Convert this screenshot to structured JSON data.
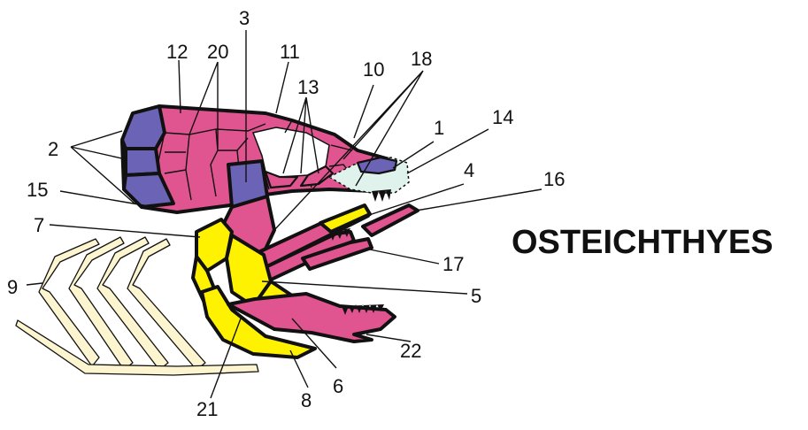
{
  "title": "OSTEICHTHYES",
  "labels": {
    "l1": "1",
    "l2": "2",
    "l3": "3",
    "l4": "4",
    "l5": "5",
    "l6": "6",
    "l7": "7",
    "l8": "8",
    "l9": "9",
    "l10": "10",
    "l11": "11",
    "l12": "12",
    "l13": "13",
    "l14": "14",
    "l15": "15",
    "l16": "16",
    "l17": "17",
    "l18": "18",
    "l20": "20",
    "l21": "21",
    "l22": "22"
  },
  "colors": {
    "pink": "#e0558f",
    "purple": "#6a63b6",
    "yellow": "#fff200",
    "cream": "#fdf5cf",
    "cartilage": "#dff2ec",
    "outline": "#111111"
  }
}
